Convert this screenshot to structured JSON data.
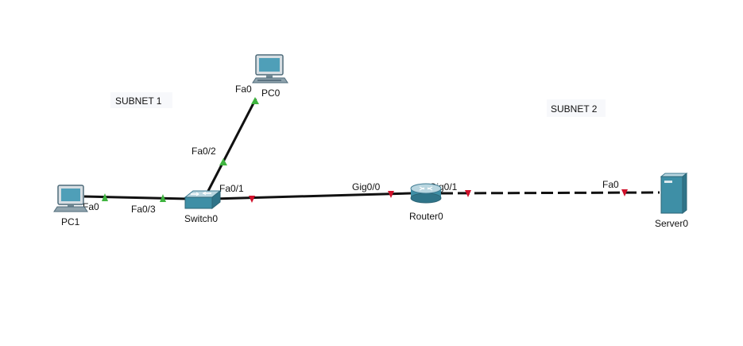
{
  "subnets": [
    {
      "label": "SUBNET 1"
    },
    {
      "label": "SUBNET 2"
    }
  ],
  "devices": {
    "pc0": {
      "name": "PC0",
      "type": "pc-icon"
    },
    "pc1": {
      "name": "PC1",
      "type": "pc-icon"
    },
    "switch0": {
      "name": "Switch0",
      "type": "switch-icon"
    },
    "router0": {
      "name": "Router0",
      "type": "router-icon"
    },
    "server0": {
      "name": "Server0",
      "type": "server-icon"
    }
  },
  "links": [
    {
      "from": "PC1",
      "from_port": "Fa0",
      "to": "Switch0",
      "to_port": "Fa0/3",
      "cable": "straight-through",
      "status": "up"
    },
    {
      "from": "PC0",
      "from_port": "Fa0",
      "to": "Switch0",
      "to_port": "Fa0/2",
      "cable": "straight-through",
      "status": "up"
    },
    {
      "from": "Switch0",
      "from_port": "Fa0/1",
      "to": "Router0",
      "to_port": "Gig0/0",
      "cable": "straight-through",
      "status": "down"
    },
    {
      "from": "Router0",
      "from_port": "Gig0/1",
      "to": "Server0",
      "to_port": "Fa0",
      "cable": "crossover",
      "status": "down"
    }
  ],
  "colors": {
    "link_up": "#3fb43f",
    "link_down": "#d0112b",
    "cable": "#111111",
    "device_teal": "#3e8fa6"
  }
}
